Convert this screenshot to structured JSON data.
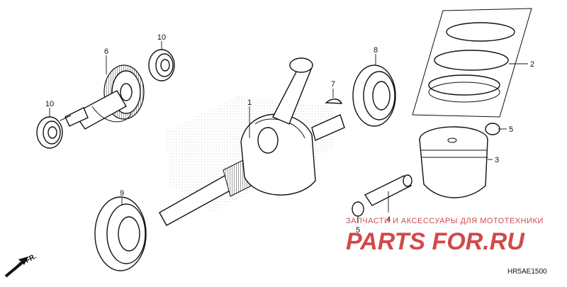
{
  "diagram": {
    "callouts": {
      "crankshaft": "1",
      "piston_ring_set": "2",
      "piston": "3",
      "piston_pin": "4",
      "pin_clip_right": "5",
      "pin_clip_left": "5",
      "balancer_shaft": "6",
      "woodruff_key": "7",
      "bearing_right": "8",
      "bearing_left": "9",
      "bearing_balancer_top": "10",
      "bearing_balancer_left": "10"
    },
    "front_label": "FR.",
    "diagram_code": "HR5AE1500"
  },
  "watermark": {
    "text": "ЗАПЧАСТИ И АКСЕССУАРЫ ДЛЯ МОТОТЕХНИКИ",
    "logo": "PARTS FOR.RU",
    "color": "#d24a4a"
  }
}
